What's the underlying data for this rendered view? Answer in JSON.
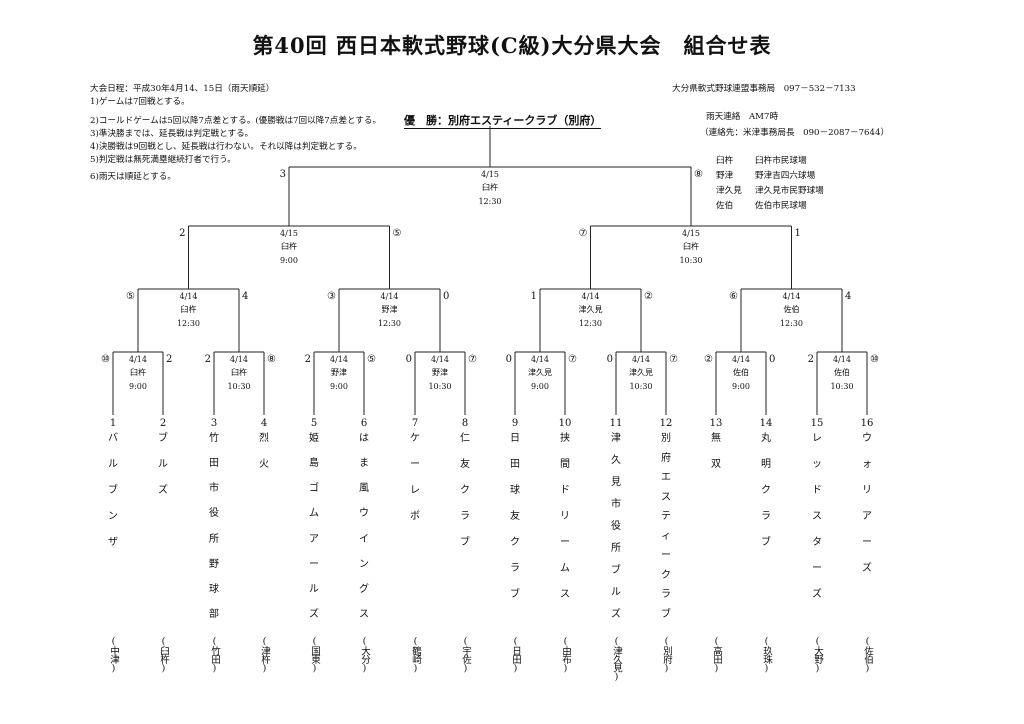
{
  "title": "第40回 西日本軟式野球(C級)大分県大会　組合せ表",
  "rules": [
    "大会日程：平成30年4月14、15日（雨天順延）",
    "1)ゲームは7回戦とする。",
    "2)コールドゲームは5回以降7点差とする。(優勝戦は7回以降7点差とする。",
    "3)準決勝までは、延長戦は判定戦とする。",
    "4)決勝戦は9回戦とし、延長戦は行わない。それ以降は判定戦とする。",
    "5)判定戦は無死満塁継続打者で行う。",
    "6)雨天は順延とする。"
  ],
  "champion": "優　勝：別府エスティークラブ（別府）",
  "office": {
    "name": "大分県軟式野球連盟事務局　097－532－7133",
    "rain_contact": "雨天連絡　AM7時",
    "contact": "（連絡先：米津事務局長　090－2087－7644）"
  },
  "venues": [
    {
      "short": "臼杵",
      "name": "臼杵市民球場"
    },
    {
      "short": "野津",
      "name": "野津吉四六球場"
    },
    {
      "short": "津久見",
      "name": "津久見市民野球場"
    },
    {
      "short": "佐伯",
      "name": "佐伯市民球場"
    }
  ],
  "teams": [
    {
      "num": "1",
      "chars": [
        "バ",
        "ル",
        "ブ",
        "ン",
        "ザ"
      ],
      "pref": "(中津)"
    },
    {
      "num": "2",
      "chars": [
        "ブ",
        "ル",
        "ズ"
      ],
      "pref": "(臼杵)"
    },
    {
      "num": "3",
      "chars": [
        "竹",
        "田",
        "市",
        "役",
        "所",
        "野",
        "球",
        "部"
      ],
      "pref": "(竹田)"
    },
    {
      "num": "4",
      "chars": [
        "烈",
        "火"
      ],
      "pref": "(津杵)"
    },
    {
      "num": "5",
      "chars": [
        "姫",
        "島",
        "ゴ",
        "ム",
        "ア",
        "ー",
        "ル",
        "ズ"
      ],
      "pref": "(国東)"
    },
    {
      "num": "6",
      "chars": [
        "は",
        "ま",
        "風",
        "ウ",
        "イ",
        "ン",
        "グ",
        "ス"
      ],
      "pref": "(大分)"
    },
    {
      "num": "7",
      "chars": [
        "ケ",
        "ー",
        "レ",
        "ボ"
      ],
      "pref": "(鶴崎)"
    },
    {
      "num": "8",
      "chars": [
        "仁",
        "友",
        "ク",
        "ラ",
        "ブ"
      ],
      "pref": "(宇佐)"
    },
    {
      "num": "9",
      "chars": [
        "日",
        "田",
        "球",
        "友",
        "ク",
        "ラ",
        "ブ"
      ],
      "pref": "(日田)"
    },
    {
      "num": "10",
      "chars": [
        "挟",
        "間",
        "ド",
        "リ",
        "ー",
        "ム",
        "ス"
      ],
      "pref": "(由布)"
    },
    {
      "num": "11",
      "chars": [
        "津",
        "久",
        "見",
        "市",
        "役",
        "所",
        "ブ",
        "ル",
        "ズ"
      ],
      "pref": "(津久見)"
    },
    {
      "num": "12",
      "chars": [
        "別",
        "府",
        "エ",
        "ス",
        "テ",
        "ィ",
        "ー",
        "ク",
        "ラ",
        "ブ"
      ],
      "pref": "(別府)"
    },
    {
      "num": "13",
      "chars": [
        "無",
        "双"
      ],
      "pref": "(高田)"
    },
    {
      "num": "14",
      "chars": [
        "丸",
        "明",
        "ク",
        "ラ",
        "ブ"
      ],
      "pref": "(玖珠)"
    },
    {
      "num": "15",
      "chars": [
        "レ",
        "ッ",
        "ド",
        "ス",
        "タ",
        "ー",
        "ズ"
      ],
      "pref": "(大野)"
    },
    {
      "num": "16",
      "chars": [
        "ウ",
        "ォ",
        "リ",
        "ア",
        "ー",
        "ズ"
      ],
      "pref": "(佐伯)"
    }
  ],
  "matches": [
    {
      "round": 1,
      "date": "4/14",
      "venue": "臼杵",
      "time": "9:00",
      "left_score": "⑩",
      "right_score": "2"
    },
    {
      "round": 1,
      "date": "4/14",
      "venue": "臼杵",
      "time": "10:30",
      "left_score": "2",
      "right_score": "⑧"
    },
    {
      "round": 1,
      "date": "4/14",
      "venue": "野津",
      "time": "9:00",
      "left_score": "2",
      "right_score": "⑤"
    },
    {
      "round": 1,
      "date": "4/14",
      "venue": "野津",
      "time": "10:30",
      "left_score": "0",
      "right_score": "⑦"
    },
    {
      "round": 1,
      "date": "4/14",
      "venue": "津久見",
      "time": "9:00",
      "left_score": "0",
      "right_score": "⑦"
    },
    {
      "round": 1,
      "date": "4/14",
      "venue": "津久見",
      "time": "10:30",
      "left_score": "0",
      "right_score": "⑦"
    },
    {
      "round": 1,
      "date": "4/14",
      "venue": "佐伯",
      "time": "9:00",
      "left_score": "②",
      "right_score": "0"
    },
    {
      "round": 1,
      "date": "4/14",
      "venue": "佐伯",
      "time": "10:30",
      "left_score": "2",
      "right_score": "⑩"
    },
    {
      "round": 2,
      "date": "4/14",
      "venue": "臼杵",
      "time": "12:30",
      "left_score": "⑤",
      "right_score": "4"
    },
    {
      "round": 2,
      "date": "4/14",
      "venue": "野津",
      "time": "12:30",
      "left_score": "③",
      "right_score": "0"
    },
    {
      "round": 2,
      "date": "4/14",
      "venue": "津久見",
      "time": "12:30",
      "left_score": "1",
      "right_score": "②"
    },
    {
      "round": 2,
      "date": "4/14",
      "venue": "佐伯",
      "time": "12:30",
      "left_score": "⑥",
      "right_score": "4"
    },
    {
      "round": 3,
      "date": "4/15",
      "venue": "臼杵",
      "time": "9:00",
      "left_score": "2",
      "right_score": "⑤"
    },
    {
      "round": 3,
      "date": "4/15",
      "venue": "臼杵",
      "time": "10:30",
      "left_score": "⑦",
      "right_score": "1"
    },
    {
      "round": 4,
      "date": "4/15",
      "venue": "臼杵",
      "time": "12:30",
      "left_score": "3",
      "right_score": "⑧"
    }
  ]
}
